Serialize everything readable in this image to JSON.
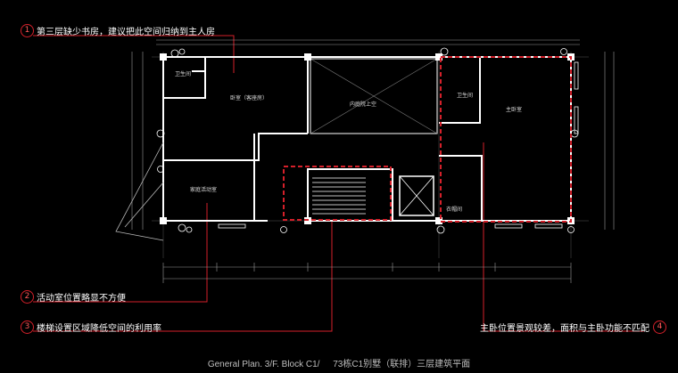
{
  "annotations": [
    {
      "num": "1",
      "text": "第三层缺少书房，建议把此空间归纳到主人房"
    },
    {
      "num": "2",
      "text": "活动室位置略显不方便"
    },
    {
      "num": "3",
      "text": "楼梯设置区域降低空间的利用率"
    },
    {
      "num": "4",
      "text": "主卧位置景观较差，面积与主卧功能不匹配"
    }
  ],
  "rooms": {
    "bath_left": "卫生间",
    "bedroom_guest": "卧室（客座房）",
    "courtyard": "内庭院上空",
    "bath_right": "卫生间",
    "master_bedroom": "主卧室",
    "family_room": "家庭活动室",
    "closet": "衣帽间"
  },
  "caption": {
    "en": "General Plan. 3/F. Block C1/",
    "zh": "73栋C1别墅（联排）三层建筑平面"
  },
  "colors": {
    "background": "#000000",
    "accent": "#d4202a",
    "lines": "#ffffff"
  }
}
